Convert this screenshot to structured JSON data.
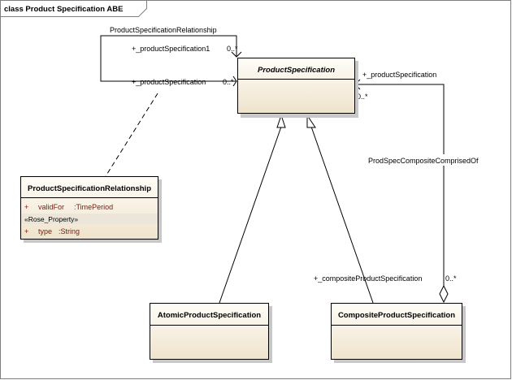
{
  "frame": {
    "title": "class Product Specification ABE"
  },
  "classes": {
    "product_specification": {
      "name": "ProductSpecification"
    },
    "relationship_class": {
      "name": "ProductSpecificationRelationship",
      "attributes": [
        {
          "visibility": "+",
          "name": "validFor",
          "type": ":TimePeriod"
        }
      ],
      "stereotype": "«Rose_Property»",
      "stereo_attributes": [
        {
          "visibility": "+",
          "name": "type",
          "type": ":String"
        }
      ]
    },
    "atomic": {
      "name": "AtomicProductSpecification"
    },
    "composite": {
      "name": "CompositeProductSpecification"
    }
  },
  "associations": {
    "self_assoc_name": "ProductSpecificationRelationship",
    "self_role_top": "+_productSpecification1",
    "self_mult_top": "0..*",
    "self_role_bottom": "+_productSpecification",
    "self_mult_bottom": "0..*",
    "composite_assoc_name": "ProdSpecCompositeComprisedOf",
    "composite_role_top": "+_productSpecification",
    "composite_mult_top": "0..*",
    "composite_role_bottom": "+_compositeProductSpecification",
    "composite_mult_bottom": "0..*"
  },
  "colors": {
    "class_fill_top": "#fffdf8",
    "class_fill_bottom": "#efe3cc",
    "attribute_text": "#7a1a10",
    "border": "#000000",
    "shadow": "#c8c8c8"
  }
}
